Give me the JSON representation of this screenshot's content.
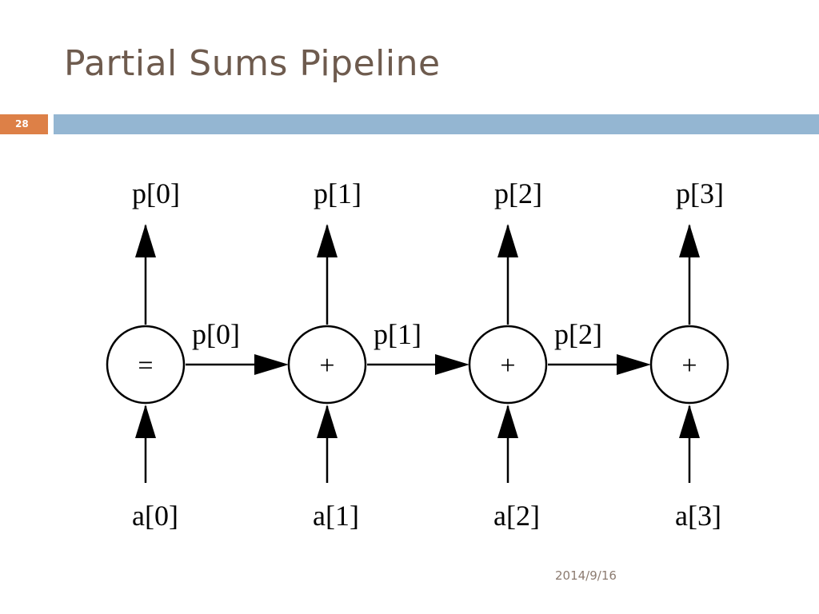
{
  "slide": {
    "title": "Partial Sums Pipeline",
    "number": "28",
    "date": "2014/9/16"
  },
  "colors": {
    "title": "#6e5b4e",
    "accent_orange": "#dd8047",
    "accent_blue": "#94b6d2"
  },
  "diagram": {
    "nodes": [
      {
        "op": "=",
        "output": "p[0]",
        "input": "a[0]"
      },
      {
        "op": "+",
        "output": "p[1]",
        "input": "a[1]"
      },
      {
        "op": "+",
        "output": "p[2]",
        "input": "a[2]"
      },
      {
        "op": "+",
        "output": "p[3]",
        "input": "a[3]"
      }
    ],
    "edges": [
      {
        "label": "p[0]"
      },
      {
        "label": "p[1]"
      },
      {
        "label": "p[2]"
      }
    ]
  }
}
